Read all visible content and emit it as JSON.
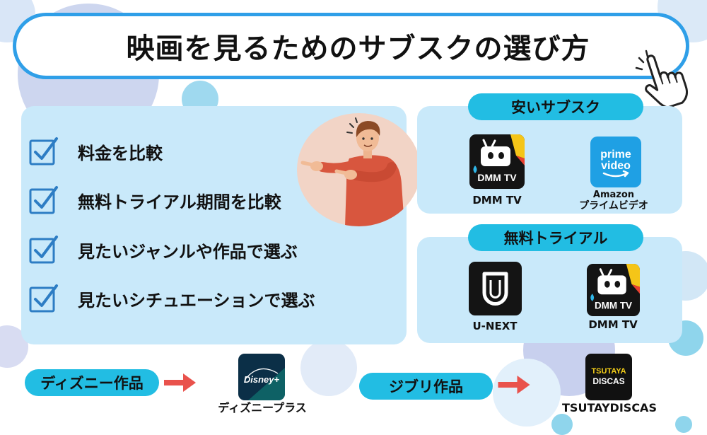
{
  "title": "映画を見るためのサブスクの選び方",
  "checklist": [
    "料金を比較",
    "無料トライアル期間を比較",
    "見たいジャンルや作品で選ぶ",
    "見たいシチュエーションで選ぶ"
  ],
  "cheap_section": {
    "label": "安いサブスク",
    "services": [
      {
        "name": "DMM TV",
        "icon": "dmm-tv-logo",
        "logo_text": "DMM TV"
      },
      {
        "name": "Amazon",
        "name_line2": "プライムビデオ",
        "icon": "prime-video-logo",
        "logo_text": [
          "prime",
          "video"
        ]
      }
    ]
  },
  "trial_section": {
    "label": "無料トライアル",
    "services": [
      {
        "name": "U-NEXT",
        "icon": "u-next-logo"
      },
      {
        "name": "DMM TV",
        "icon": "dmm-tv-logo",
        "logo_text": "DMM TV"
      }
    ]
  },
  "recommendations": [
    {
      "category": "ディズニー作品",
      "service": "ディズニープラス",
      "icon": "disney-plus-logo",
      "logo_text": "Disney+"
    },
    {
      "category": "ジブリ作品",
      "service": "TSUTAYDISCAS",
      "icon": "tsutaya-discas-logo",
      "logo_text": [
        "TSUTAYA",
        "DISCAS"
      ]
    }
  ],
  "icons": {
    "cursor": "pointing-hand-icon",
    "check": "checkbox-checked-icon",
    "arrow": "right-arrow-icon",
    "illustration": "man-pointing-illustration"
  },
  "colors": {
    "title_border": "#2f9fe8",
    "panel": "#c9e9fa",
    "pill": "#22bde3",
    "arrow": "#e9524c",
    "check": "#2d7dc4",
    "illustration_bg": "#f2d4c6",
    "text": "#111111"
  }
}
